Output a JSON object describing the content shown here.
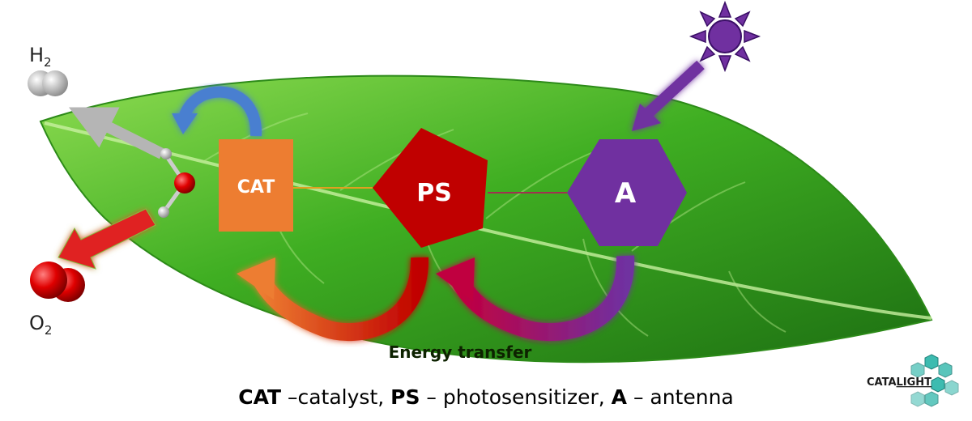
{
  "diagram": {
    "molecules": {
      "h2": {
        "prefix": "H",
        "sub": "2"
      },
      "o2": {
        "prefix": "O",
        "sub": "2"
      }
    },
    "nodes": {
      "cat": "CAT",
      "ps": "PS",
      "a": "A"
    },
    "energy_label": "Energy transfer",
    "caption": {
      "cat_abbr": "CAT",
      "cat_def": " –catalyst, ",
      "ps_abbr": "PS",
      "ps_def": " – photosensitizer, ",
      "a_abbr": "A",
      "a_def": " – antenna"
    },
    "logo": {
      "part1": "CATA",
      "part2": "LIGHT"
    },
    "colors": {
      "leaf": "#4cb322",
      "cat": "#ed7d31",
      "ps": "#c00000",
      "antenna": "#7030a0",
      "sun": "#6a2c9e",
      "logo_teal": "#3dbbb0"
    }
  }
}
